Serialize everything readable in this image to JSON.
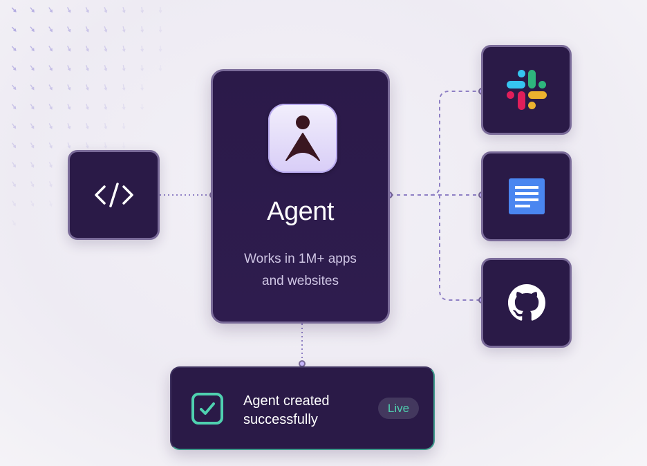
{
  "agent_card": {
    "title": "Agent",
    "subtitle_line1": "Works in 1M+ apps",
    "subtitle_line2": "and websites"
  },
  "status": {
    "line1": "Agent created",
    "line2": "successfully",
    "badge": "Live"
  },
  "icons": {
    "code": "code-brackets-icon",
    "agent": "agent-logo-icon",
    "slack": "slack-icon",
    "docs": "google-docs-icon",
    "github": "github-icon",
    "check": "checkmark-icon"
  },
  "colors": {
    "card_bg": "#2a1a47",
    "card_border": "#7a6b99",
    "connector": "#8e7fc4",
    "accent_green": "#4fd1b0",
    "agent_icon_fg": "#3a1620"
  }
}
